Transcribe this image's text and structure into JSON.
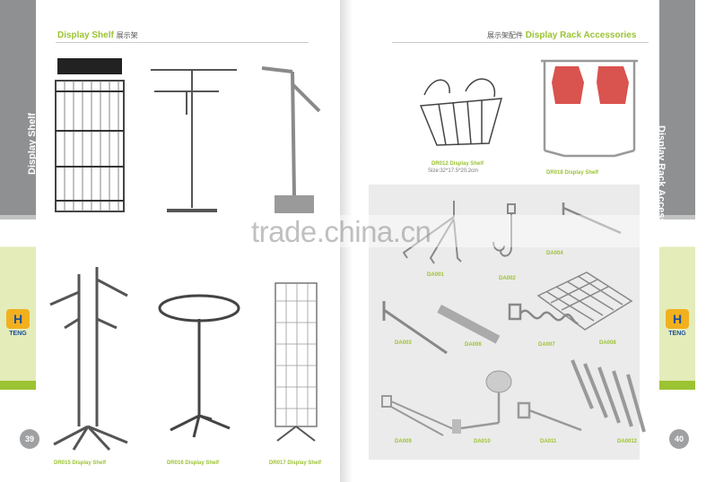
{
  "left_page": {
    "header_en": "Display Shelf",
    "header_cn": "展示架",
    "side_title": "Display Shelf",
    "brand": "TENG",
    "page_number": "39",
    "products": [
      {
        "code": "DR015 Display Shelf"
      },
      {
        "code": "DR016 Display Shelf"
      },
      {
        "code": "DR017 Display Shelf"
      }
    ]
  },
  "right_page": {
    "header_cn": "展示架配件",
    "header_en": "Display Rack Accessories",
    "side_title": "Display Rack Accessories",
    "brand": "TENG",
    "page_number": "40",
    "basket": {
      "code": "DR012 Display Shelf",
      "size": "Size:32*17.5*20.2cm"
    },
    "garment_rack": {
      "code": "DR018 Display Shelf"
    },
    "accessories": [
      "DA001",
      "DA002",
      "DA004",
      "DA003",
      "DA006",
      "DA007",
      "DA008",
      "DA009",
      "DA010",
      "DA011",
      "DA0012"
    ]
  },
  "watermark": "trade.china.cn",
  "colors": {
    "accent_green": "#9cc332",
    "band_gray": "#8f9091",
    "logo_yellow": "#f2b01e",
    "logo_blue": "#1b4e9b"
  }
}
